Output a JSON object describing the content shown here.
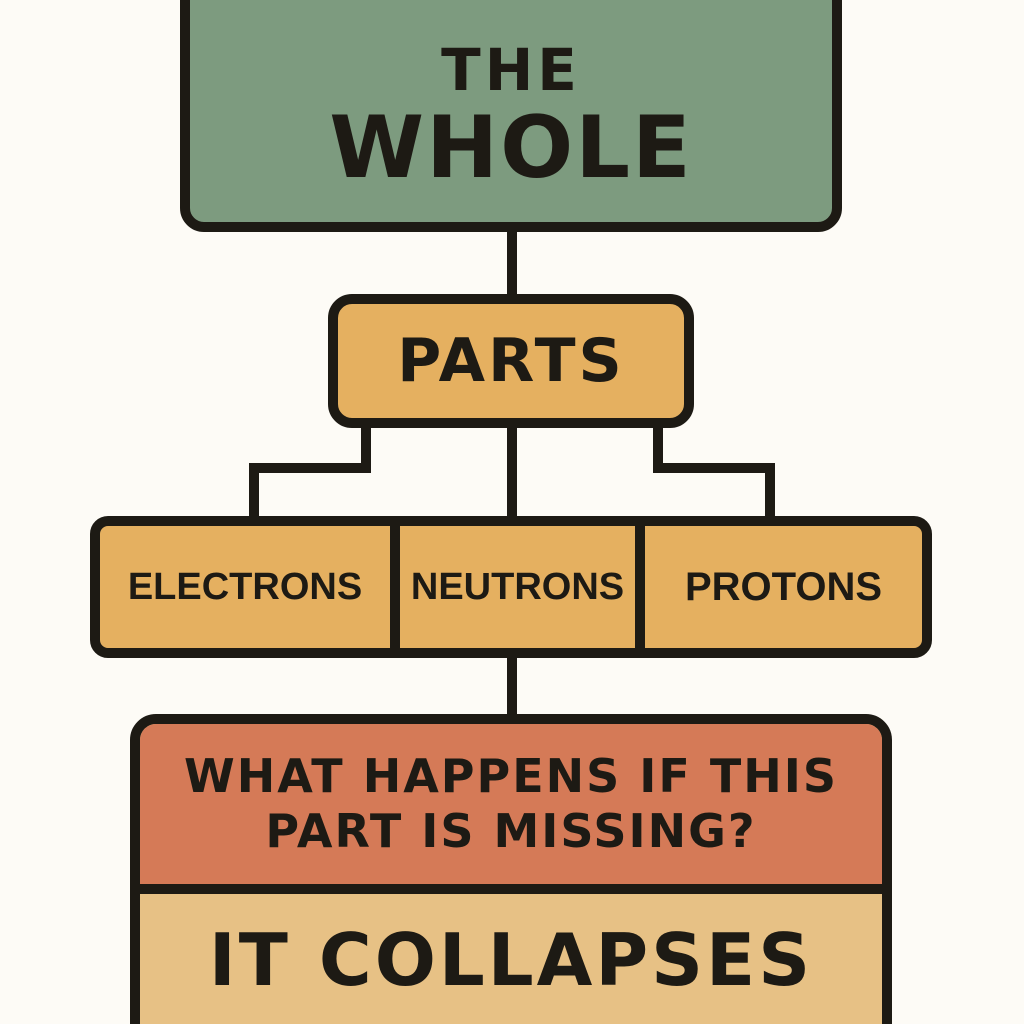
{
  "diagram": {
    "whole": {
      "line1": "THE",
      "line2": "WHOLE"
    },
    "parts": {
      "label": "PARTS"
    },
    "components": [
      {
        "label": "ELECTRONS"
      },
      {
        "label": "NEUTRONS"
      },
      {
        "label": "PROTONS"
      }
    ],
    "question": {
      "label": "WHAT HAPPENS IF THIS PART IS MISSING?"
    },
    "answer": {
      "label": "IT COLLAPSES"
    }
  },
  "colors": {
    "outline": "#1d1a14",
    "whole_fill": "#7d9b7f",
    "parts_fill": "#e5b060",
    "question_fill": "#d57a57",
    "answer_fill": "#e7c185",
    "background": "#fdfbf6"
  }
}
